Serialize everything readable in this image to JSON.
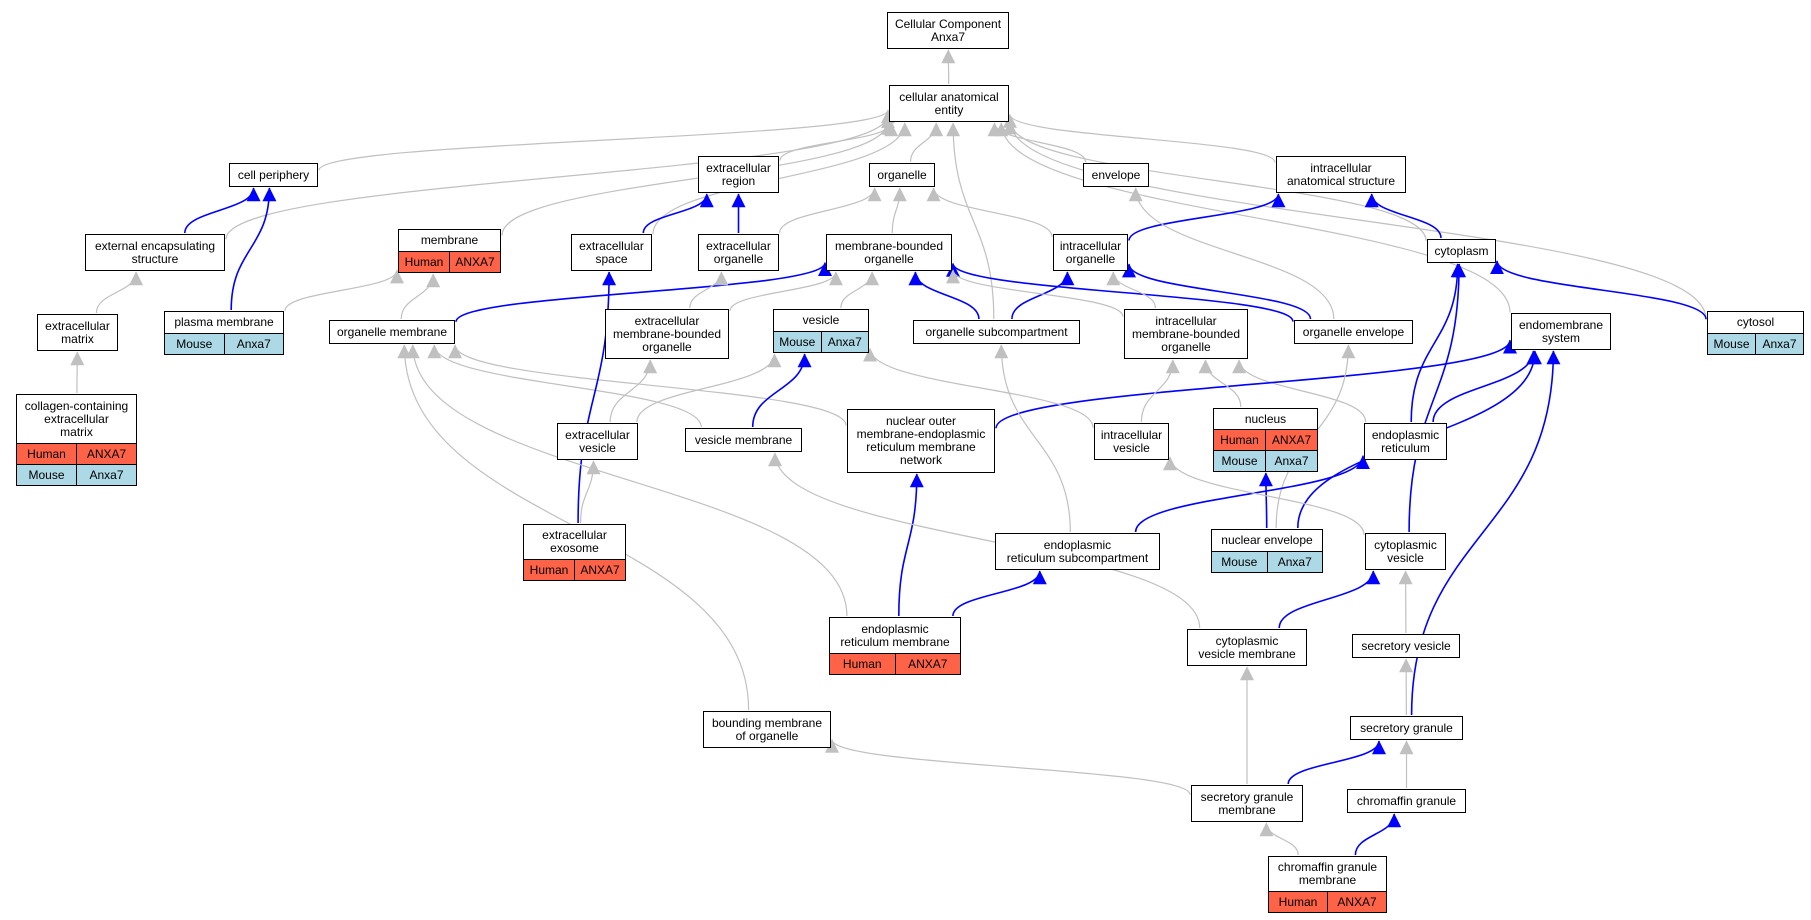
{
  "colors": {
    "is_a_edge": "#c0c0c0",
    "part_of_edge": "#0000ff",
    "human_row": "#ff6347",
    "mouse_row": "#add8e6"
  },
  "nodes": {
    "cc_root": {
      "label": "Cellular Component\nAnxa7"
    },
    "cae": {
      "label": "cellular anatomical\nentity"
    },
    "cell_periphery": {
      "label": "cell periphery"
    },
    "extracellular_region": {
      "label": "extracellular\nregion"
    },
    "organelle": {
      "label": "organelle"
    },
    "envelope": {
      "label": "envelope"
    },
    "intracellular_anat": {
      "label": "intracellular\nanatomical structure"
    },
    "external_encaps": {
      "label": "external encapsulating\nstructure"
    },
    "membrane": {
      "label": "membrane",
      "orthologs": [
        {
          "species": "Human",
          "gene": "ANXA7"
        }
      ]
    },
    "extracellular_space": {
      "label": "extracellular\nspace"
    },
    "extracellular_organelle": {
      "label": "extracellular\norganelle"
    },
    "membrane_bounded_organelle": {
      "label": "membrane-bounded\norganelle"
    },
    "intracellular_organelle": {
      "label": "intracellular\norganelle"
    },
    "cytoplasm": {
      "label": "cytoplasm"
    },
    "cytosol": {
      "label": "cytosol",
      "orthologs": [
        {
          "species": "Mouse",
          "gene": "Anxa7"
        }
      ]
    },
    "extracellular_matrix": {
      "label": "extracellular\nmatrix"
    },
    "plasma_membrane": {
      "label": "plasma membrane",
      "orthologs": [
        {
          "species": "Mouse",
          "gene": "Anxa7"
        }
      ]
    },
    "organelle_membrane": {
      "label": "organelle membrane"
    },
    "extracellular_mbo": {
      "label": "extracellular\nmembrane-bounded\norganelle"
    },
    "vesicle": {
      "label": "vesicle",
      "orthologs": [
        {
          "species": "Mouse",
          "gene": "Anxa7"
        }
      ]
    },
    "organelle_subcompartment": {
      "label": "organelle subcompartment"
    },
    "intracellular_mbo": {
      "label": "intracellular\nmembrane-bounded\norganelle"
    },
    "organelle_envelope": {
      "label": "organelle envelope"
    },
    "endomembrane_system": {
      "label": "endomembrane\nsystem"
    },
    "collagen_ecm": {
      "label": "collagen-containing\nextracellular\nmatrix",
      "orthologs": [
        {
          "species": "Human",
          "gene": "ANXA7"
        },
        {
          "species": "Mouse",
          "gene": "Anxa7"
        }
      ]
    },
    "extracellular_vesicle": {
      "label": "extracellular\nvesicle"
    },
    "vesicle_membrane": {
      "label": "vesicle membrane"
    },
    "nuclear_outer_membrane": {
      "label": "nuclear outer\nmembrane-endoplasmic\nreticulum membrane\nnetwork"
    },
    "intracellular_vesicle": {
      "label": "intracellular\nvesicle"
    },
    "nucleus": {
      "label": "nucleus",
      "orthologs": [
        {
          "species": "Human",
          "gene": "ANXA7"
        },
        {
          "species": "Mouse",
          "gene": "Anxa7"
        }
      ]
    },
    "endoplasmic_reticulum": {
      "label": "endoplasmic\nreticulum"
    },
    "extracellular_exosome": {
      "label": "extracellular\nexosome",
      "orthologs": [
        {
          "species": "Human",
          "gene": "ANXA7"
        }
      ]
    },
    "er_subcompartment": {
      "label": "endoplasmic\nreticulum subcompartment"
    },
    "nuclear_envelope": {
      "label": "nuclear envelope",
      "orthologs": [
        {
          "species": "Mouse",
          "gene": "Anxa7"
        }
      ]
    },
    "cytoplasmic_vesicle": {
      "label": "cytoplasmic\nvesicle"
    },
    "er_membrane": {
      "label": "endoplasmic\nreticulum membrane",
      "orthologs": [
        {
          "species": "Human",
          "gene": "ANXA7"
        }
      ]
    },
    "cytoplasmic_vesicle_membrane": {
      "label": "cytoplasmic\nvesicle membrane"
    },
    "secretory_vesicle": {
      "label": "secretory vesicle"
    },
    "bounding_membrane": {
      "label": "bounding membrane\nof organelle"
    },
    "secretory_granule": {
      "label": "secretory granule"
    },
    "secretory_granule_membrane": {
      "label": "secretory granule\nmembrane"
    },
    "chromaffin_granule": {
      "label": "chromaffin granule"
    },
    "chromaffin_granule_membrane": {
      "label": "chromaffin granule\nmembrane",
      "orthologs": [
        {
          "species": "Human",
          "gene": "ANXA7"
        }
      ]
    }
  },
  "edges": [
    {
      "from": "cae",
      "to": "cc_root",
      "type": "is_a"
    },
    {
      "from": "cell_periphery",
      "to": "cae",
      "type": "is_a"
    },
    {
      "from": "extracellular_region",
      "to": "cae",
      "type": "is_a"
    },
    {
      "from": "organelle",
      "to": "cae",
      "type": "is_a"
    },
    {
      "from": "envelope",
      "to": "cae",
      "type": "is_a"
    },
    {
      "from": "intracellular_anat",
      "to": "cae",
      "type": "is_a"
    },
    {
      "from": "external_encaps",
      "to": "cae",
      "type": "is_a"
    },
    {
      "from": "membrane",
      "to": "cae",
      "type": "is_a"
    },
    {
      "from": "extracellular_space",
      "to": "cae",
      "type": "is_a"
    },
    {
      "from": "organelle_subcompartment",
      "to": "cae",
      "type": "is_a"
    },
    {
      "from": "cytoplasm",
      "to": "cae",
      "type": "is_a"
    },
    {
      "from": "cytosol",
      "to": "cae",
      "type": "is_a"
    },
    {
      "from": "endomembrane_system",
      "to": "cae",
      "type": "is_a"
    },
    {
      "from": "external_encaps",
      "to": "cell_periphery",
      "type": "part_of"
    },
    {
      "from": "plasma_membrane",
      "to": "cell_periphery",
      "type": "part_of"
    },
    {
      "from": "plasma_membrane",
      "to": "membrane",
      "type": "is_a"
    },
    {
      "from": "extracellular_matrix",
      "to": "external_encaps",
      "type": "is_a"
    },
    {
      "from": "collagen_ecm",
      "to": "extracellular_matrix",
      "type": "is_a"
    },
    {
      "from": "extracellular_space",
      "to": "extracellular_region",
      "type": "part_of"
    },
    {
      "from": "extracellular_organelle",
      "to": "extracellular_region",
      "type": "part_of"
    },
    {
      "from": "extracellular_organelle",
      "to": "organelle",
      "type": "is_a"
    },
    {
      "from": "membrane_bounded_organelle",
      "to": "organelle",
      "type": "is_a"
    },
    {
      "from": "intracellular_organelle",
      "to": "organelle",
      "type": "is_a"
    },
    {
      "from": "intracellular_organelle",
      "to": "intracellular_anat",
      "type": "part_of"
    },
    {
      "from": "cytoplasm",
      "to": "intracellular_anat",
      "type": "part_of"
    },
    {
      "from": "organelle_envelope",
      "to": "envelope",
      "type": "is_a"
    },
    {
      "from": "organelle_envelope",
      "to": "intracellular_organelle",
      "type": "part_of"
    },
    {
      "from": "organelle_envelope",
      "to": "membrane_bounded_organelle",
      "type": "part_of"
    },
    {
      "from": "organelle_membrane",
      "to": "membrane",
      "type": "is_a"
    },
    {
      "from": "organelle_membrane",
      "to": "membrane_bounded_organelle",
      "type": "part_of"
    },
    {
      "from": "extracellular_mbo",
      "to": "extracellular_organelle",
      "type": "is_a"
    },
    {
      "from": "extracellular_mbo",
      "to": "membrane_bounded_organelle",
      "type": "is_a"
    },
    {
      "from": "vesicle",
      "to": "membrane_bounded_organelle",
      "type": "is_a"
    },
    {
      "from": "organelle_subcompartment",
      "to": "membrane_bounded_organelle",
      "type": "part_of"
    },
    {
      "from": "organelle_subcompartment",
      "to": "intracellular_organelle",
      "type": "part_of"
    },
    {
      "from": "intracellular_mbo",
      "to": "membrane_bounded_organelle",
      "type": "is_a"
    },
    {
      "from": "intracellular_mbo",
      "to": "intracellular_organelle",
      "type": "is_a"
    },
    {
      "from": "cytosol",
      "to": "cytoplasm",
      "type": "part_of"
    },
    {
      "from": "endoplasmic_reticulum",
      "to": "cytoplasm",
      "type": "part_of"
    },
    {
      "from": "cytoplasmic_vesicle",
      "to": "cytoplasm",
      "type": "part_of"
    },
    {
      "from": "endoplasmic_reticulum",
      "to": "endomembrane_system",
      "type": "part_of"
    },
    {
      "from": "endoplasmic_reticulum",
      "to": "intracellular_mbo",
      "type": "is_a"
    },
    {
      "from": "nuclear_outer_membrane",
      "to": "endomembrane_system",
      "type": "part_of"
    },
    {
      "from": "nuclear_outer_membrane",
      "to": "organelle_membrane",
      "type": "is_a"
    },
    {
      "from": "nuclear_envelope",
      "to": "endomembrane_system",
      "type": "part_of"
    },
    {
      "from": "nuclear_envelope",
      "to": "organelle_envelope",
      "type": "is_a"
    },
    {
      "from": "nuclear_envelope",
      "to": "nucleus",
      "type": "part_of"
    },
    {
      "from": "secretory_granule",
      "to": "endomembrane_system",
      "type": "part_of"
    },
    {
      "from": "extracellular_vesicle",
      "to": "extracellular_mbo",
      "type": "is_a"
    },
    {
      "from": "extracellular_vesicle",
      "to": "vesicle",
      "type": "is_a"
    },
    {
      "from": "vesicle_membrane",
      "to": "vesicle",
      "type": "part_of"
    },
    {
      "from": "vesicle_membrane",
      "to": "organelle_membrane",
      "type": "is_a"
    },
    {
      "from": "intracellular_vesicle",
      "to": "vesicle",
      "type": "is_a"
    },
    {
      "from": "intracellular_vesicle",
      "to": "intracellular_mbo",
      "type": "is_a"
    },
    {
      "from": "nucleus",
      "to": "intracellular_mbo",
      "type": "is_a"
    },
    {
      "from": "extracellular_exosome",
      "to": "extracellular_vesicle",
      "type": "is_a"
    },
    {
      "from": "extracellular_exosome",
      "to": "extracellular_space",
      "type": "part_of"
    },
    {
      "from": "er_subcompartment",
      "to": "endoplasmic_reticulum",
      "type": "part_of"
    },
    {
      "from": "er_subcompartment",
      "to": "organelle_subcompartment",
      "type": "is_a"
    },
    {
      "from": "er_membrane",
      "to": "er_subcompartment",
      "type": "part_of"
    },
    {
      "from": "er_membrane",
      "to": "nuclear_outer_membrane",
      "type": "part_of"
    },
    {
      "from": "er_membrane",
      "to": "organelle_membrane",
      "type": "is_a"
    },
    {
      "from": "cytoplasmic_vesicle",
      "to": "intracellular_vesicle",
      "type": "is_a"
    },
    {
      "from": "cytoplasmic_vesicle_membrane",
      "to": "cytoplasmic_vesicle",
      "type": "part_of"
    },
    {
      "from": "cytoplasmic_vesicle_membrane",
      "to": "vesicle_membrane",
      "type": "is_a"
    },
    {
      "from": "secretory_vesicle",
      "to": "cytoplasmic_vesicle",
      "type": "is_a"
    },
    {
      "from": "secretory_granule",
      "to": "secretory_vesicle",
      "type": "is_a"
    },
    {
      "from": "bounding_membrane",
      "to": "organelle_membrane",
      "type": "is_a"
    },
    {
      "from": "secretory_granule_membrane",
      "to": "cytoplasmic_vesicle_membrane",
      "type": "is_a"
    },
    {
      "from": "secretory_granule_membrane",
      "to": "secretory_granule",
      "type": "part_of"
    },
    {
      "from": "secretory_granule_membrane",
      "to": "bounding_membrane",
      "type": "is_a"
    },
    {
      "from": "chromaffin_granule",
      "to": "secretory_granule",
      "type": "is_a"
    },
    {
      "from": "chromaffin_granule_membrane",
      "to": "secretory_granule_membrane",
      "type": "is_a"
    },
    {
      "from": "chromaffin_granule_membrane",
      "to": "chromaffin_granule",
      "type": "part_of"
    }
  ]
}
